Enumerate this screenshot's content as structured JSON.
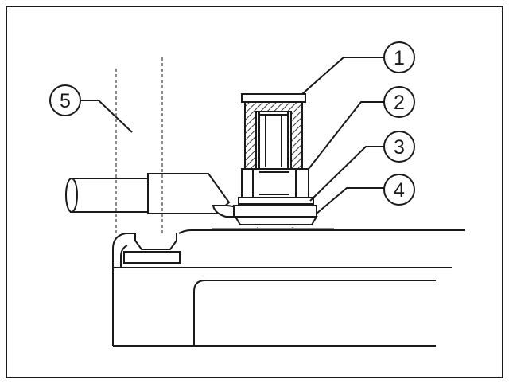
{
  "diagram": {
    "callouts": [
      {
        "id": "1",
        "label": "1"
      },
      {
        "id": "2",
        "label": "2"
      },
      {
        "id": "3",
        "label": "3"
      },
      {
        "id": "4",
        "label": "4"
      },
      {
        "id": "5",
        "label": "5"
      }
    ]
  },
  "colors": {
    "line": "#1a1a1a",
    "hatch": "#3a3a3a",
    "background": "#ffffff"
  }
}
